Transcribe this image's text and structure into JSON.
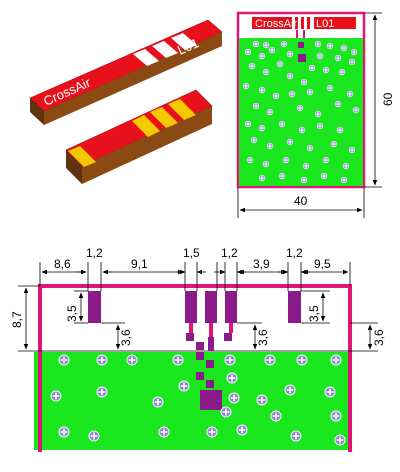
{
  "chip": {
    "brand_text": "CrossAir",
    "model_text": "L01"
  },
  "board_top": {
    "width_label": "40",
    "height_label": "60"
  },
  "detail": {
    "labels": {
      "d1": "8,6",
      "d2": "1,2",
      "d3": "9,1",
      "d4": "1,5",
      "d5": "1,2",
      "d6": "3,9",
      "d7": "1,2",
      "d8": "9,5",
      "height_left": "8,7",
      "pad_left": "3,5",
      "pad_right": "3,5",
      "gap_left": "3,6",
      "gap_mid": "3,6",
      "gap_right": "3,6"
    }
  },
  "colors": {
    "board_green": "#19e61c",
    "magenta": "#e0157a",
    "pad_purple": "#8b1a8b",
    "chip_red": "#e8101a",
    "chip_stripe": "#f6c800",
    "chip_brown": "#7a4414"
  }
}
